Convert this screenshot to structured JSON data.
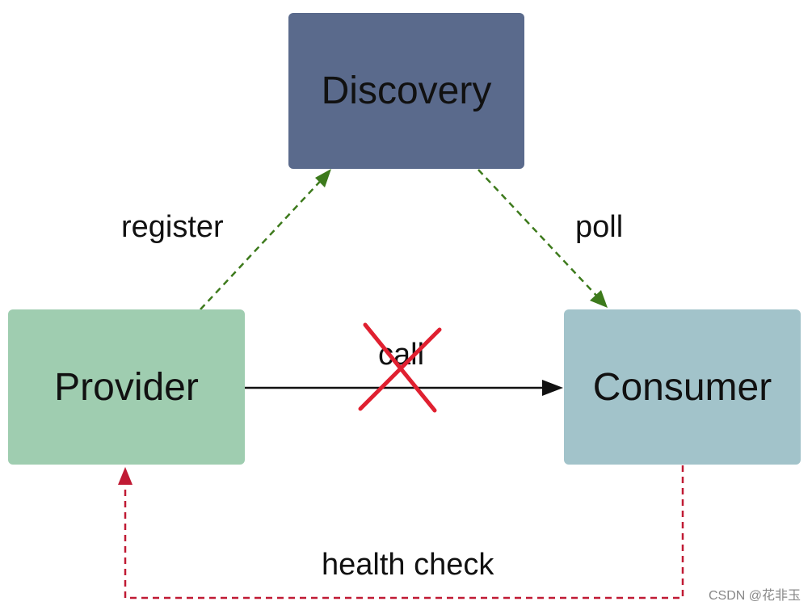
{
  "colors": {
    "discovery": "#5a6a8c",
    "provider": "#9fcdb0",
    "consumer": "#a2c3ca",
    "green_arrow": "#3d7a1c",
    "red_arrow": "#c01a34",
    "call_line": "#111111",
    "cross": "#e02030"
  },
  "nodes": {
    "discovery": "Discovery",
    "provider": "Provider",
    "consumer": "Consumer"
  },
  "edges": {
    "register": "register",
    "poll": "poll",
    "call": "call",
    "health_check": "health check"
  },
  "watermark": "CSDN @花非玉"
}
